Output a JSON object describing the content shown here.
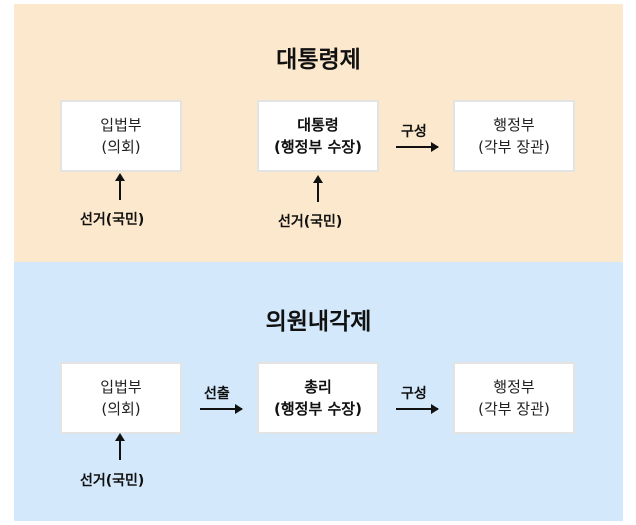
{
  "presidential": {
    "title": "대통령제",
    "legislature": {
      "name": "입법부",
      "sub": "(의회)"
    },
    "executive_head": {
      "name": "대통령",
      "sub": "(행정부 수장)"
    },
    "administration": {
      "name": "행정부",
      "sub": "(각부 장관)"
    },
    "compose_label": "구성",
    "election_legislature": "선거(국민)",
    "election_executive": "선거(국민)"
  },
  "parliamentary": {
    "title": "의원내각제",
    "legislature": {
      "name": "입법부",
      "sub": "(의회)"
    },
    "executive_head": {
      "name": "총리",
      "sub": "(행정부 수장)"
    },
    "administration": {
      "name": "행정부",
      "sub": "(각부 장관)"
    },
    "select_label": "선출",
    "compose_label": "구성",
    "election_legislature": "선거(국민)"
  }
}
